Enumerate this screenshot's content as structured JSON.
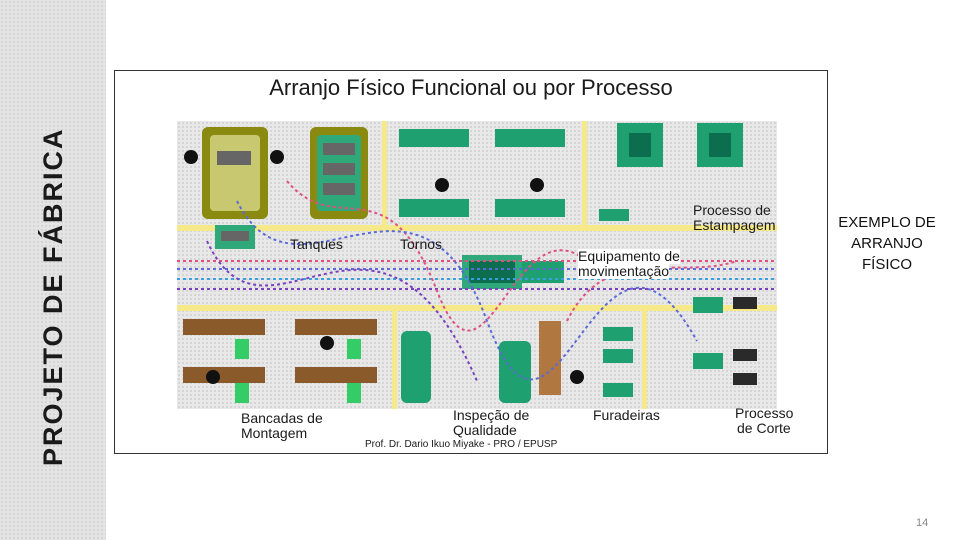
{
  "sidebar": {
    "title": "PROJETO DE FÁBRICA"
  },
  "figure": {
    "title": "Arranjo Físico Funcional ou por Processo",
    "labels": {
      "tanques": "Tanques",
      "tornos": "Tornos",
      "estampagem_line1": "Processo de",
      "estampagem_line2": "Estampagem",
      "equip_line1": "Equipamento de",
      "equip_line2": "movimentação",
      "bancadas_line1": "Bancadas de",
      "bancadas_line2": "Montagem",
      "inspecao_line1": "Inspeção de",
      "inspecao_line2": "Qualidade",
      "furadeiras": "Furadeiras",
      "corte_line1": "Processo",
      "corte_line2": "de Corte"
    },
    "credit": "Prof. Dr. Dario Ikuo Miyake - PRO / EPUSP"
  },
  "caption": {
    "line1": "EXEMPLO DE",
    "line2": "ARRANJO",
    "line3": "FÍSICO"
  },
  "page_number": "14"
}
